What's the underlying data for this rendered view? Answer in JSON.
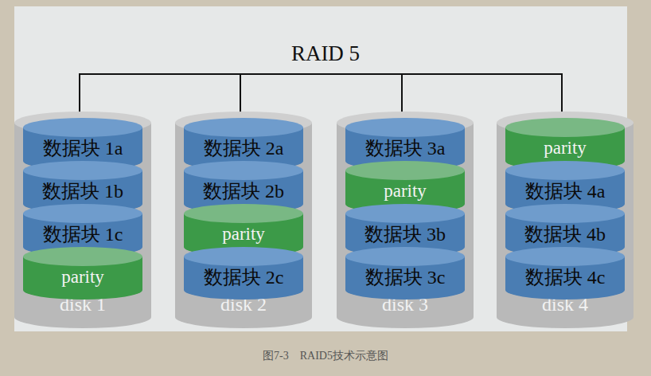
{
  "diagram": {
    "title": "RAID 5",
    "caption": "图7-3　RAID5技术示意图",
    "nodes": [
      {
        "text": [
          "disk 1"
        ]
      },
      {
        "text": [
          "数据块 1a"
        ],
        "in": 0
      },
      {
        "text": [
          "数据块 1b"
        ],
        "in": 0
      },
      {
        "text": [
          "数据块 1c"
        ],
        "in": 0
      },
      {
        "text": [
          "parity"
        ],
        "in": 0
      },
      {
        "text": [
          "disk 2"
        ]
      },
      {
        "text": [
          "数据块 2a"
        ],
        "in": 5
      },
      {
        "text": [
          "数据块 2b"
        ],
        "in": 5
      },
      {
        "text": [
          "parity"
        ],
        "in": 5
      },
      {
        "text": [
          "数据块 2c"
        ],
        "in": 5
      },
      {
        "text": [
          "disk 3"
        ]
      },
      {
        "text": [
          "数据块 3a"
        ],
        "in": 10
      },
      {
        "text": [
          "parity"
        ],
        "in": 10
      },
      {
        "text": [
          "数据块 3b"
        ],
        "in": 10
      },
      {
        "text": [
          "数据块 3c"
        ],
        "in": 10
      },
      {
        "text": [
          "disk 4"
        ]
      },
      {
        "text": [
          "parity"
        ],
        "in": 15
      },
      {
        "text": [
          "数据块 4a"
        ],
        "in": 15
      },
      {
        "text": [
          "数据块 4b"
        ],
        "in": 15
      },
      {
        "text": [
          "数据块 4c"
        ],
        "in": 15
      }
    ]
  }
}
